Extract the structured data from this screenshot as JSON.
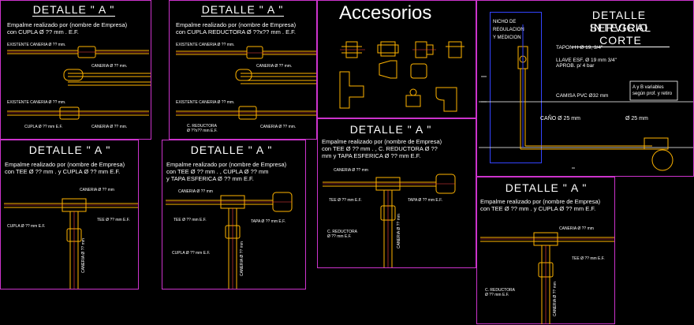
{
  "panels": {
    "p1": {
      "title": "DETALLE \" A \"",
      "desc": "Empalme realizado por (nombre de Empresa)\ncon CUPLA Ø ?? mm . E.F.",
      "labels": [
        "EXISTENTE CANERIA Ø ?? mm.",
        "CANERIA Ø ?? mm.",
        "EXISTENTE CANERIA Ø ?? mm.",
        "CUPLA Ø ?? mm E.F.",
        "CANERIA Ø ?? mm."
      ]
    },
    "p2": {
      "title": "DETALLE \" A \"",
      "desc": "Empalme realizado por (nombre de Empresa)\ncon CUPLA REDUCTORA Ø ??x?? mm . E.F.",
      "labels": [
        "EXISTENTE CANERIA Ø ?? mm.",
        "CANERIA Ø ?? mm.",
        "EXISTENTE CANERIA Ø ?? mm.",
        "C. REDUCTORA\nØ ??x?? mm E.F.",
        "CANERIA Ø ?? mm."
      ]
    },
    "acc": {
      "title": "Accesorios"
    },
    "serv": {
      "title_line1": "DETALLE SERVICIO",
      "title_line2": "INTEGRAL CORTE",
      "nicho": "NICHO DE\nREGULACION\nY MEDICION",
      "labels": [
        "TAPON H Ø 19, 3/4\"",
        "LLAVE ESF. Ø 19 mm 3/4\"\nAPROB. p/ 4 bar",
        "CAMISA PVC Ø32 mm",
        "CAÑO Ø 25 mm",
        "Ø 25 mm"
      ],
      "box": "A y B variables\nsegún prof. y retiro"
    },
    "p3": {
      "title": "DETALLE \" A \"",
      "desc": "Empalme realizado por (nombre de Empresa)\ncon TEE Ø ?? mm . y CUPLA Ø ?? mm E.F.",
      "labels": [
        "CANERIA Ø ?? mm",
        "TEE Ø ?? mm E.F.",
        "CUPLA Ø ?? mm E.F.",
        "CANERIA Ø ?? mm"
      ]
    },
    "p4": {
      "title": "DETALLE \" A \"",
      "desc": "Empalme realizado por (nombre de Empresa)\ncon TEE Ø ?? mm . , CUPLA Ø ?? mm\ny TAPA ESFERICA Ø ?? mm E.F.",
      "labels": [
        "CANERIA Ø ?? mm",
        "TEE Ø ?? mm E.F.",
        "TAPA Ø ?? mm E.F.",
        "CUPLA Ø ?? mm E.F.",
        "CANERIA Ø ?? mm"
      ]
    },
    "p5": {
      "title": "DETALLE \" A \"",
      "desc": "Empalme realizado por (nombre de Empresa)\ncon TEE Ø ?? mm . , C. REDUCTORA Ø ??\nmm y TAPA ESFERICA Ø ?? mm E.F.",
      "labels": [
        "CANERIA Ø ?? mm",
        "TEE Ø ?? mm E.F.",
        "TAPA Ø ?? mm E.F.",
        "C. REDUCTORA\nØ ?? mm E.F.",
        "CANERIA Ø ?? mm"
      ]
    },
    "p6": {
      "title": "DETALLE \" A \"",
      "desc": "Empalme realizado por (nombre de Empresa)\ncon TEE Ø ?? mm . y CUPLA Ø ?? mm E.F.",
      "labels": [
        "CANERIA Ø ?? mm",
        "TEE Ø ?? mm E.F.",
        "C. REDUCTORA\nØ ?? mm E.F.",
        "CANERIA Ø ?? mm"
      ]
    }
  },
  "colors": {
    "border": "#cc33cc",
    "pipe": "#ffb400",
    "line": "#ffffff",
    "accent": "#ff4444",
    "blue": "#3344ff"
  }
}
